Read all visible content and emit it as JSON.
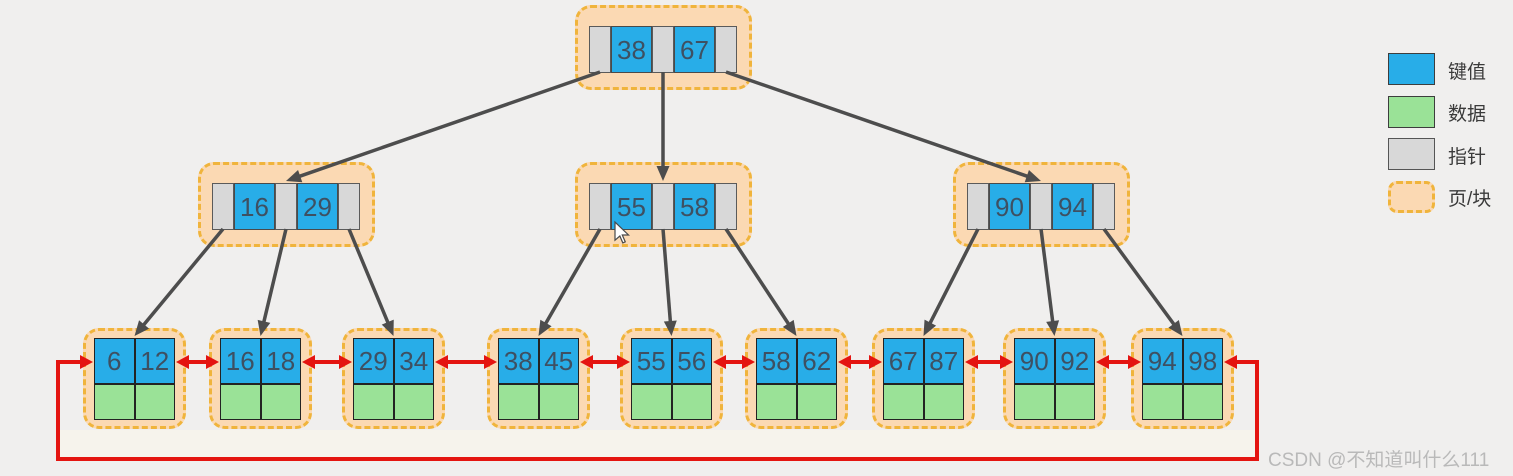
{
  "diagram_type": "bplus-tree-index",
  "colors": {
    "background": "#f0efee",
    "key_cell": "#28ade8",
    "data_cell": "#9ae297",
    "pointer_cell": "#d8d8d8",
    "page_fill": "#fbd9b3",
    "page_border": "#f0b43c",
    "tree_arrow": "#4d4d4d",
    "link_arrow": "#e41410",
    "number_text": "#3e5062"
  },
  "tree": {
    "root": {
      "keys": [
        "38",
        "67"
      ],
      "children": [
        0,
        1,
        2
      ]
    },
    "internal_nodes": [
      {
        "keys": [
          "16",
          "29"
        ],
        "children": [
          0,
          1,
          2
        ]
      },
      {
        "keys": [
          "55",
          "58"
        ],
        "children": [
          3,
          4,
          5
        ]
      },
      {
        "keys": [
          "90",
          "94"
        ],
        "children": [
          6,
          7,
          8
        ]
      }
    ],
    "leaf_nodes": [
      {
        "keys": [
          "6",
          "12"
        ]
      },
      {
        "keys": [
          "16",
          "18"
        ]
      },
      {
        "keys": [
          "29",
          "34"
        ]
      },
      {
        "keys": [
          "38",
          "45"
        ]
      },
      {
        "keys": [
          "55",
          "56"
        ]
      },
      {
        "keys": [
          "58",
          "62"
        ]
      },
      {
        "keys": [
          "67",
          "87"
        ]
      },
      {
        "keys": [
          "90",
          "92"
        ]
      },
      {
        "keys": [
          "94",
          "98"
        ]
      }
    ],
    "leaf_link": "doubly-linked circular list"
  },
  "legend": {
    "items": [
      {
        "label": "键值",
        "type": "key"
      },
      {
        "label": "数据",
        "type": "data"
      },
      {
        "label": "指针",
        "type": "pointer"
      },
      {
        "label": "页/块",
        "type": "page"
      }
    ]
  },
  "watermark": "CSDN @不知道叫什么111"
}
